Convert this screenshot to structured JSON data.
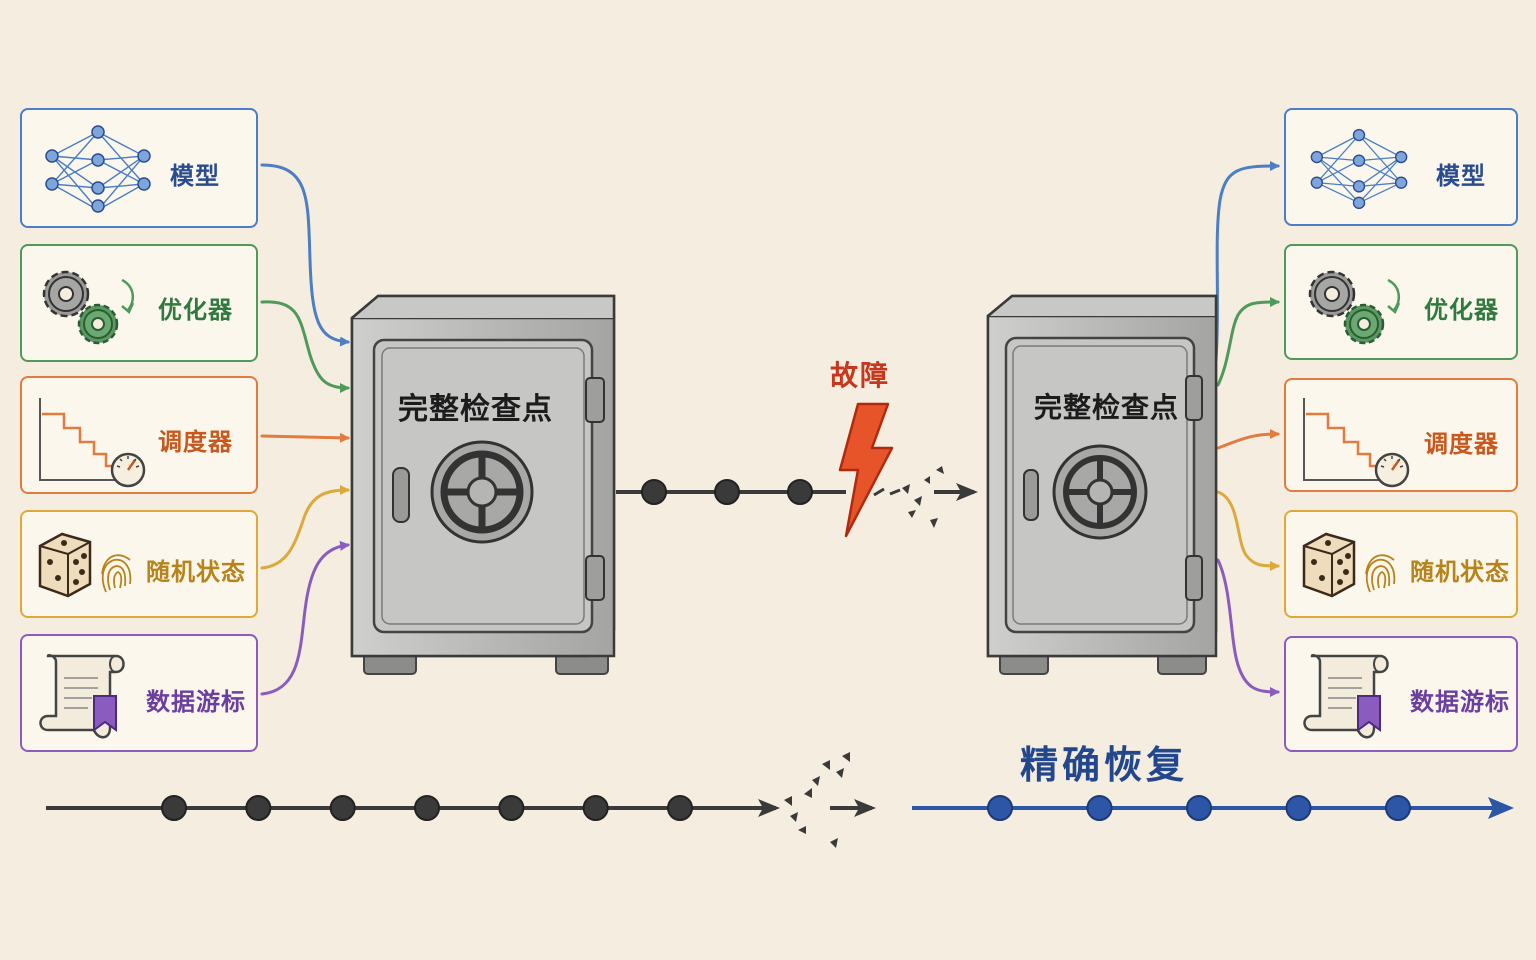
{
  "left_components": [
    {
      "key": "model",
      "label": "模型",
      "icon": "neural-network-icon",
      "color": "#4b7ec4"
    },
    {
      "key": "optimizer",
      "label": "优化器",
      "icon": "gears-icon",
      "color": "#4f9a5a"
    },
    {
      "key": "scheduler",
      "label": "调度器",
      "icon": "step-schedule-icon",
      "color": "#e17b3f"
    },
    {
      "key": "random",
      "label": "随机状态",
      "icon": "dice-fingerprint-icon",
      "color": "#dca93a"
    },
    {
      "key": "cursor",
      "label": "数据游标",
      "icon": "scroll-bookmark-icon",
      "color": "#8a5cc0"
    }
  ],
  "right_components": [
    {
      "key": "model",
      "label": "模型",
      "icon": "neural-network-icon",
      "color": "#4b7ec4"
    },
    {
      "key": "optimizer",
      "label": "优化器",
      "icon": "gears-icon",
      "color": "#4f9a5a"
    },
    {
      "key": "scheduler",
      "label": "调度器",
      "icon": "step-schedule-icon",
      "color": "#e17b3f"
    },
    {
      "key": "random",
      "label": "随机状态",
      "icon": "dice-fingerprint-icon",
      "color": "#dca93a"
    },
    {
      "key": "cursor",
      "label": "数据游标",
      "icon": "scroll-bookmark-icon",
      "color": "#8a5cc0"
    }
  ],
  "left_safe": {
    "label": "完整检查点",
    "icon": "safe-icon"
  },
  "right_safe": {
    "label": "完整检查点",
    "icon": "safe-icon"
  },
  "fault": {
    "label": "故障",
    "icon": "lightning-bolt-icon",
    "color": "#c8371c"
  },
  "recovery": {
    "label": "精确恢复",
    "color": "#22478d"
  },
  "timelines": {
    "middle_dots": 3,
    "bottom_left_dots": 7,
    "bottom_right_dots": 5,
    "dark_color": "#3a3a3a",
    "blue_color": "#2d56a6"
  }
}
